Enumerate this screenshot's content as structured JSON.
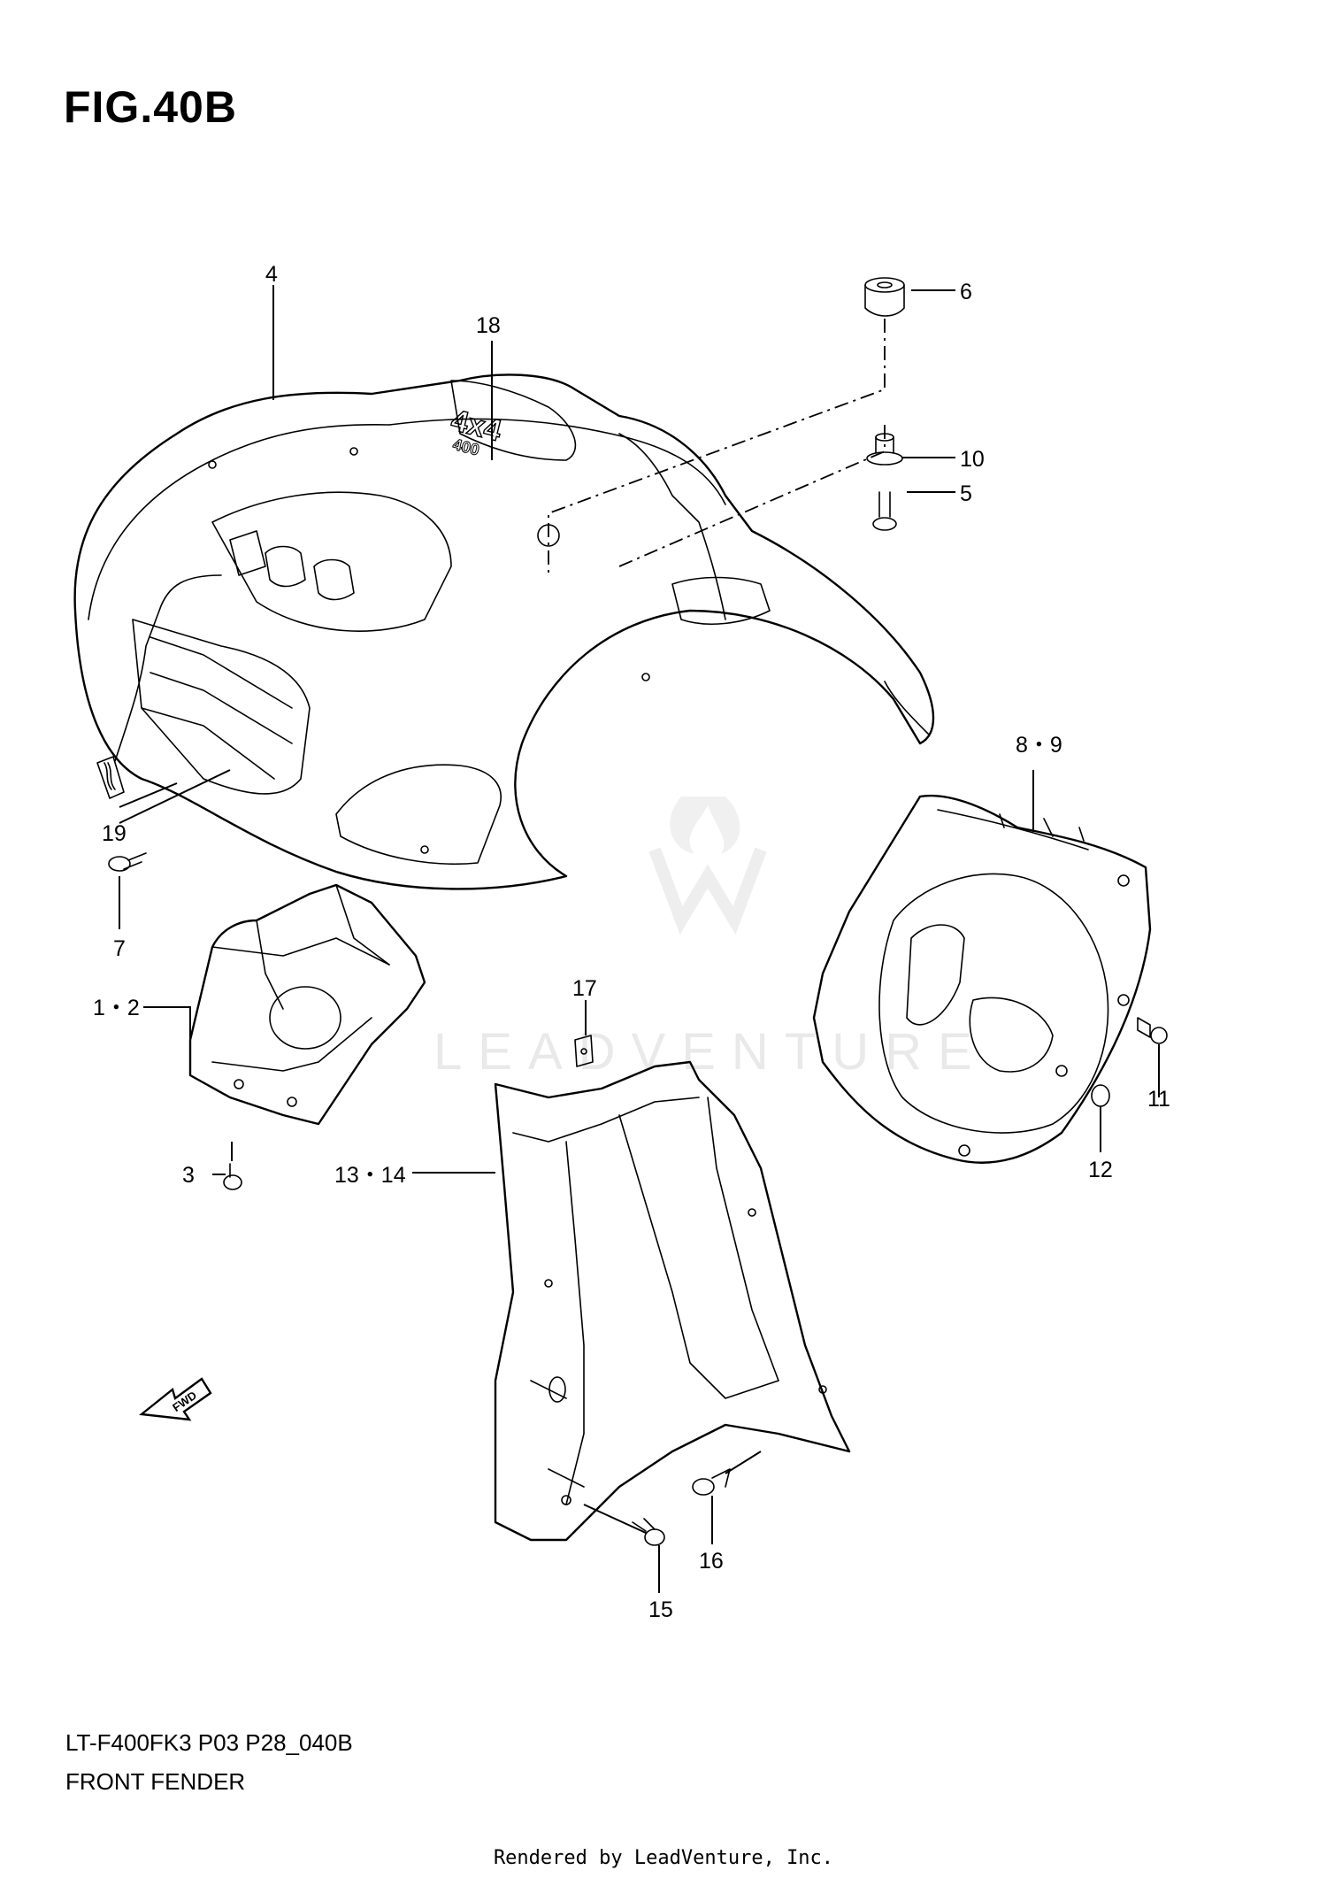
{
  "figure": {
    "title": "FIG.40B",
    "model_code": "LT-F400FK3 P03 P28_040B",
    "section_name": "FRONT FENDER"
  },
  "callouts": [
    {
      "id": "c4",
      "label": "4"
    },
    {
      "id": "c18",
      "label": "18"
    },
    {
      "id": "c6",
      "label": "6"
    },
    {
      "id": "c10",
      "label": "10"
    },
    {
      "id": "c5",
      "label": "5"
    },
    {
      "id": "c8-9",
      "label": "8・9"
    },
    {
      "id": "c19",
      "label": "19"
    },
    {
      "id": "c7",
      "label": "7"
    },
    {
      "id": "c1-2",
      "label": "1・2"
    },
    {
      "id": "c17",
      "label": "17"
    },
    {
      "id": "c11",
      "label": "11"
    },
    {
      "id": "c3",
      "label": "3"
    },
    {
      "id": "c13-14",
      "label": "13・14"
    },
    {
      "id": "c12",
      "label": "12"
    },
    {
      "id": "c16",
      "label": "16"
    },
    {
      "id": "c15",
      "label": "15"
    }
  ],
  "fwd_arrow_label": "FWD",
  "emblem_text": "4x4",
  "emblem_subtext": "400",
  "watermark": "LEADVENTURE",
  "rendered_by": "Rendered by LeadVenture, Inc."
}
